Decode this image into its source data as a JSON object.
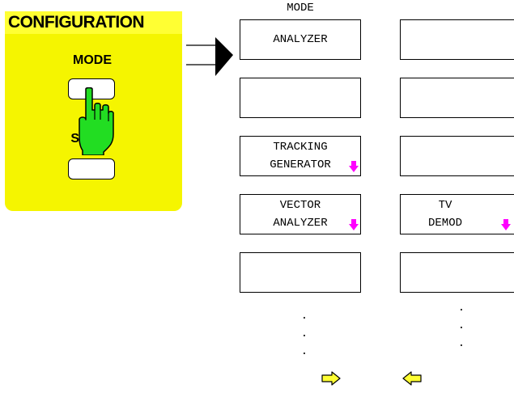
{
  "config_panel": {
    "header": "CONFIGURATION",
    "mode_label": "MODE",
    "setup_label": "SETUP"
  },
  "menu": {
    "title": "MODE",
    "left_column": [
      {
        "label": "ANALYZER",
        "submenu": false
      },
      {
        "label": "",
        "submenu": false
      },
      {
        "label": "TRACKING\nGENERATOR",
        "submenu": true
      },
      {
        "label": "VECTOR\nANALYZER",
        "submenu": true
      },
      {
        "label": "",
        "submenu": false
      }
    ],
    "right_column": [
      {
        "label": "",
        "submenu": false
      },
      {
        "label": "",
        "submenu": false
      },
      {
        "label": "",
        "submenu": false
      },
      {
        "label": "TV\nDEMOD",
        "submenu": true
      },
      {
        "label": "",
        "submenu": false
      }
    ],
    "more_indicator": ".\n.\n."
  },
  "icons": {
    "hand": "pressing-finger-icon",
    "pointer": "right-pointer-arrow-icon",
    "submenu": "submenu-down-arrow-icon",
    "scroll_right": "scroll-right-arrow-icon",
    "scroll_left": "scroll-left-arrow-icon"
  },
  "colors": {
    "panel_yellow": "#f5f500",
    "header_yellow": "#ffff33",
    "hand_green": "#22dd22",
    "submenu_arrow_magenta": "#ff00ff",
    "scroll_arrow_yellow": "#ffff33"
  }
}
